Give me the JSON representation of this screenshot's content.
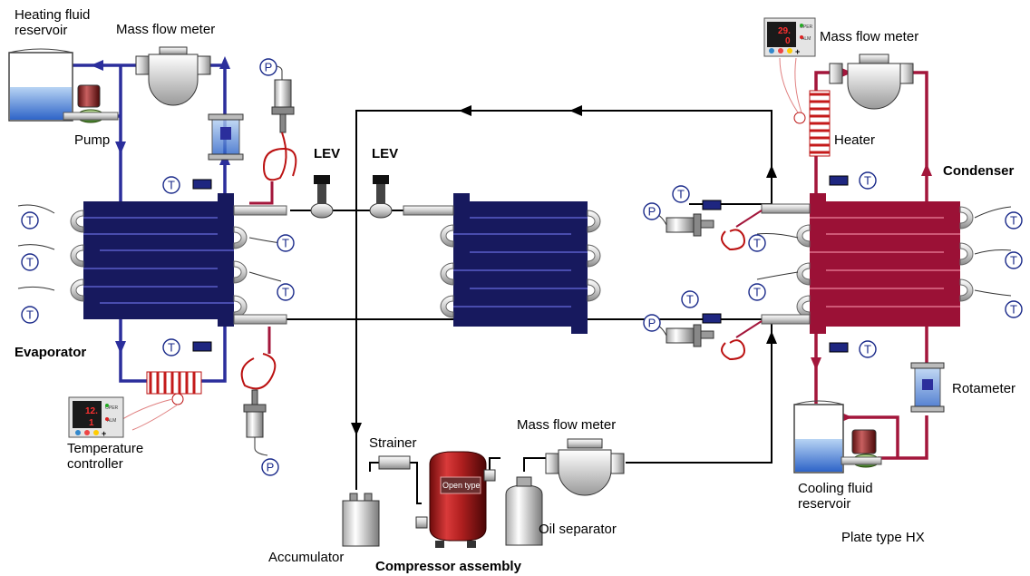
{
  "labels": {
    "heating_reservoir": "Heating fluid\nreservoir",
    "mfm_top_left": "Mass flow meter",
    "pump": "Pump",
    "lev1": "LEV",
    "lev2": "LEV",
    "evaporator": "Evaporator",
    "temperature_controller": "Temperature\ncontroller",
    "strainer": "Strainer",
    "accumulator": "Accumulator",
    "compressor_assembly": "Compressor assembly",
    "mfm_bottom": "Mass flow meter",
    "oil_separator": "Oil separator",
    "mfm_top_right": "Mass flow meter",
    "heater": "Heater",
    "condenser": "Condenser",
    "rotameter": "Rotameter",
    "cooling_reservoir": "Cooling fluid\nreservoir",
    "plate_hx": "Plate type HX",
    "open_type": "Open type"
  },
  "sensor_letters": {
    "temperature": "T",
    "pressure": "P"
  },
  "controller_display": {
    "left": {
      "line1": "12.",
      "line2": "1"
    },
    "right": {
      "line1": "29.",
      "line2": "0"
    },
    "tag1": "OPER",
    "tag2": "ALM",
    "plus": "+"
  },
  "colors": {
    "heating_loop": "#2b2e9c",
    "cooling_loop": "#a3163b",
    "refrigerant_line": "#000000",
    "hx_blue": "#17195e",
    "hx_red": "#9b1136",
    "sensor": "#1a2a8a"
  }
}
